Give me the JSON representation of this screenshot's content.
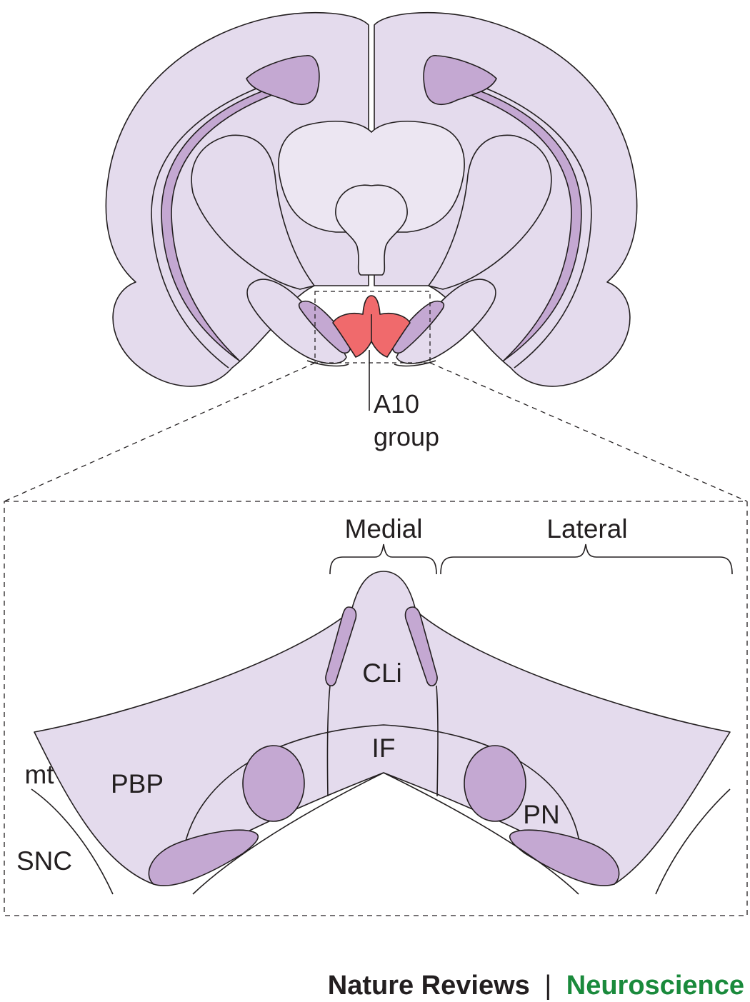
{
  "labels": {
    "a10_line1": "A10",
    "a10_line2": "group",
    "medial": "Medial",
    "lateral": "Lateral",
    "cli": "CLi",
    "if": "IF",
    "pbp": "PBP",
    "pn": "PN",
    "mt": "mt",
    "snc": "SNC"
  },
  "credit": {
    "journal": "Nature Reviews",
    "separator": "|",
    "section": "Neuroscience"
  },
  "colors": {
    "tissue": "#e4dbed",
    "inner_region": "#ece6f2",
    "dense_nucleus": "#c4a8d2",
    "a10_highlight": "#f06a6c",
    "outline": "#231f20",
    "journal_text": "#231f20",
    "section_text": "#1a8a3c"
  }
}
